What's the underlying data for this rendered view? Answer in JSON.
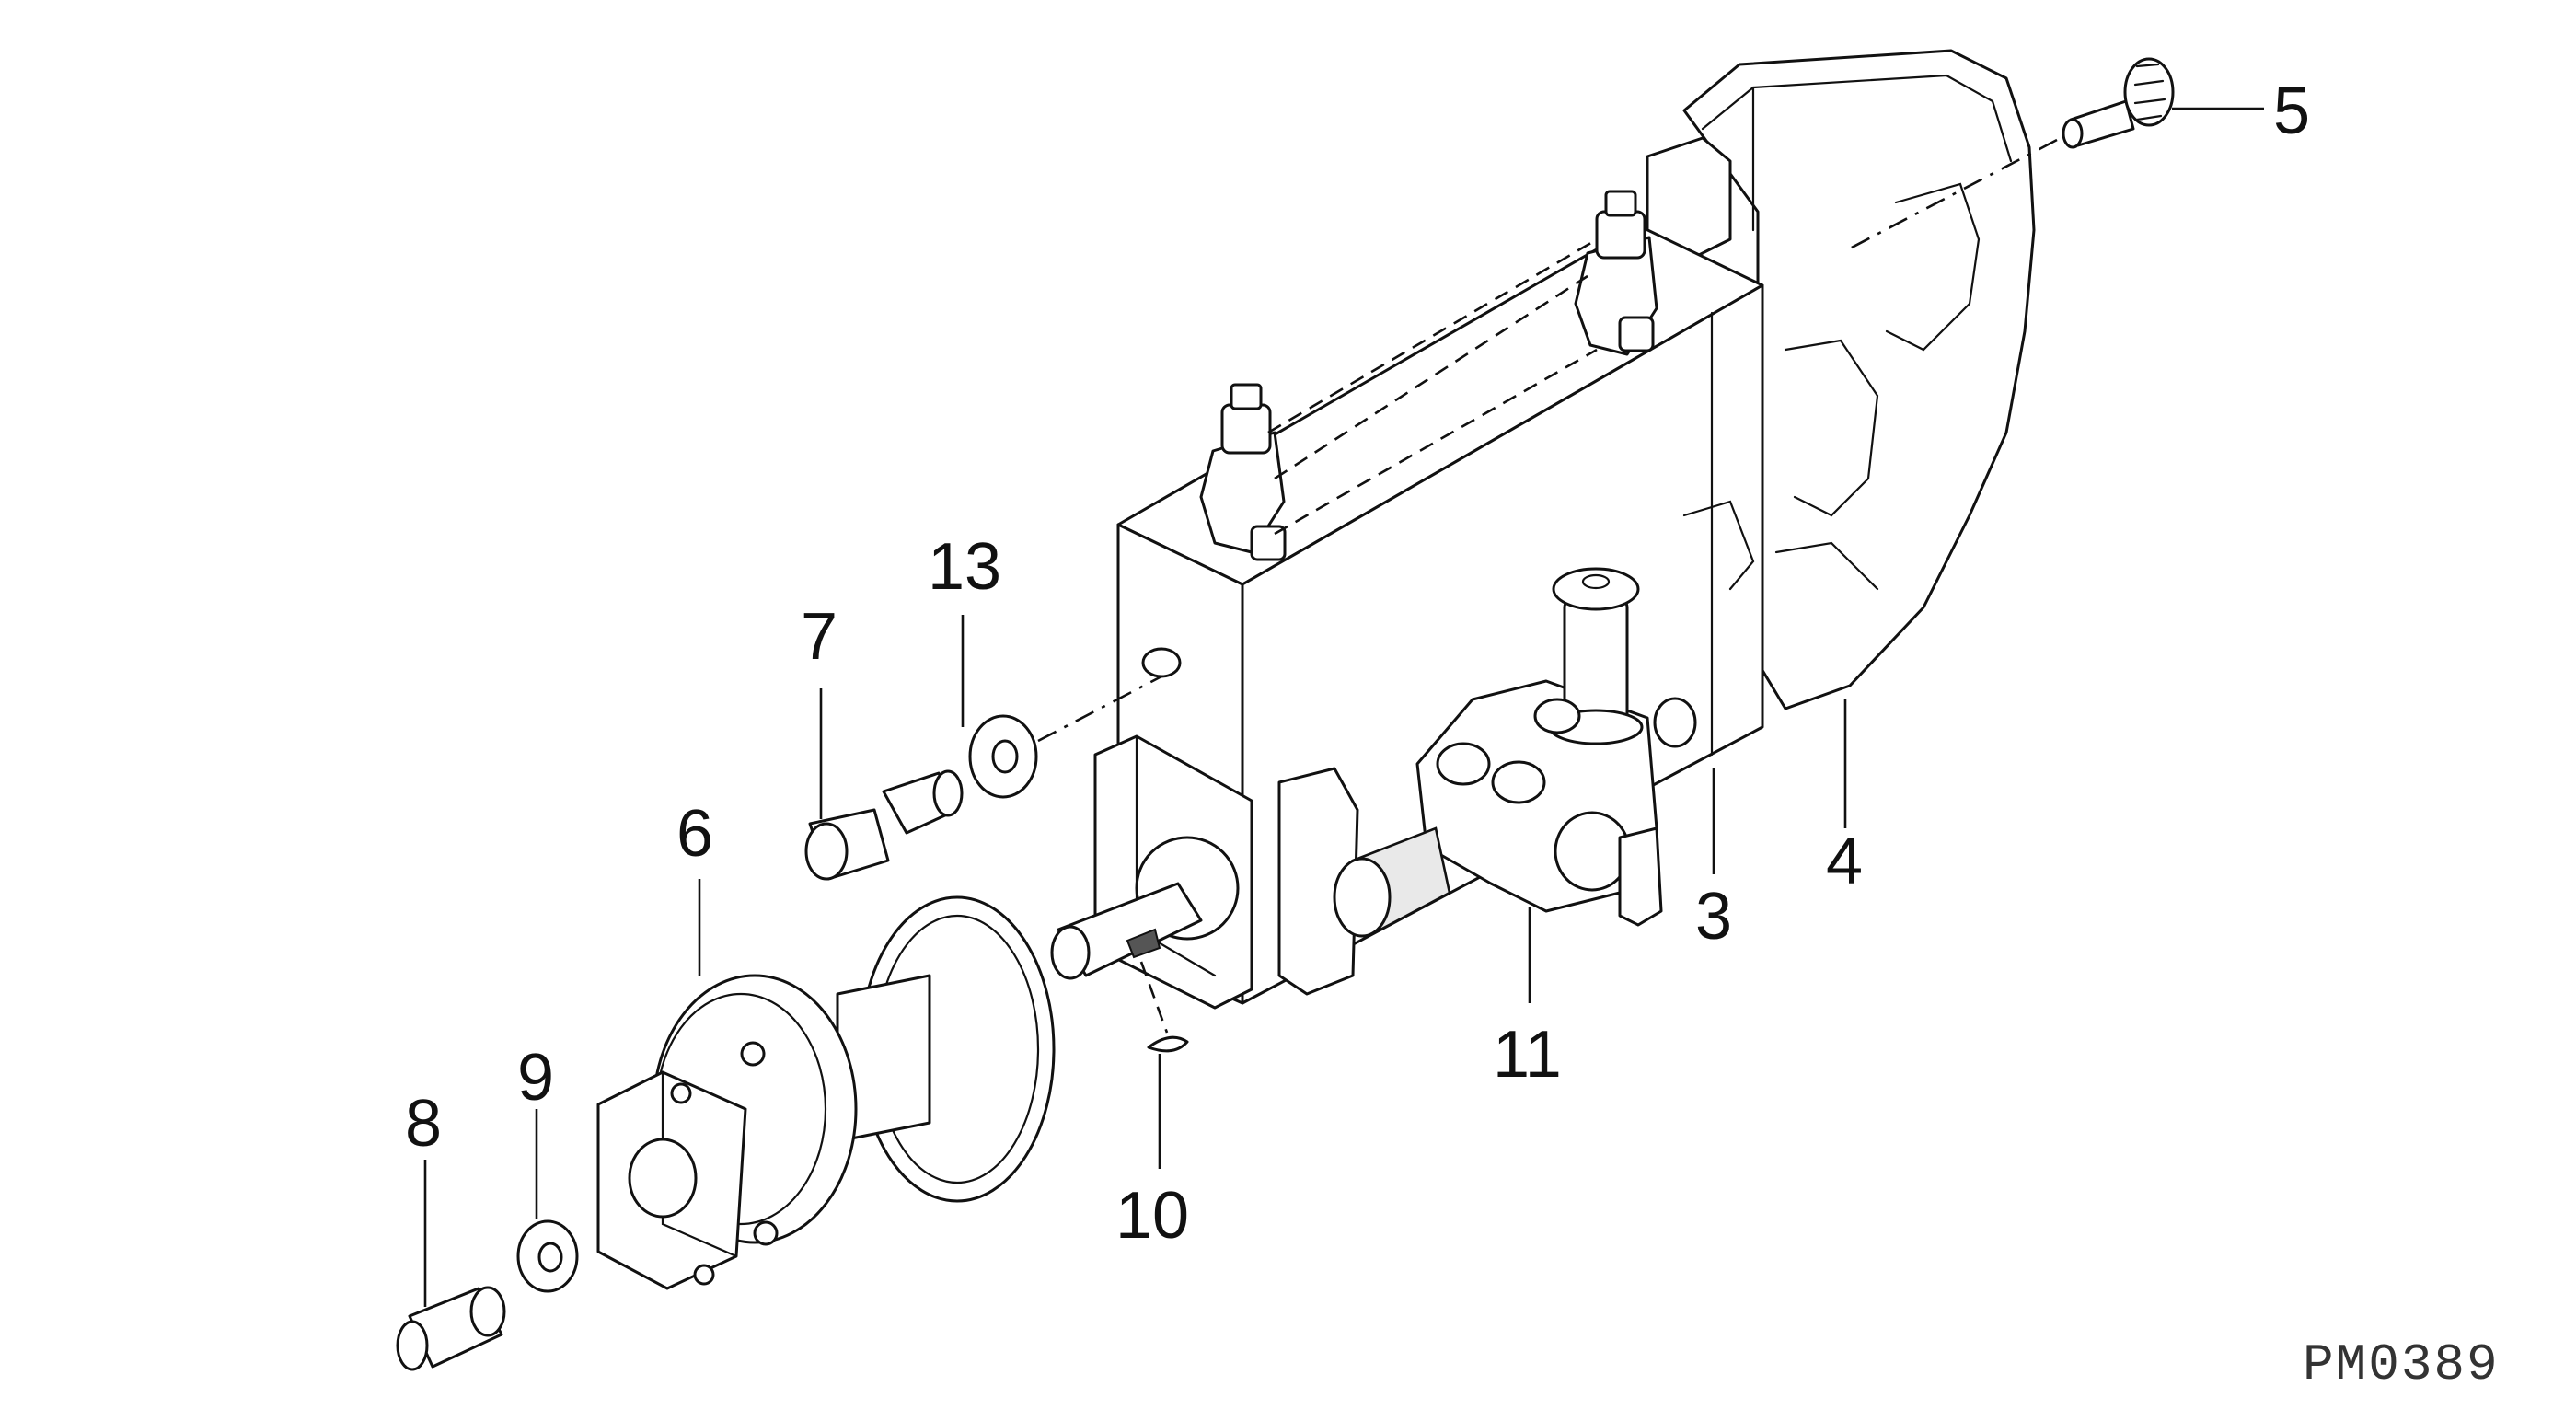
{
  "callouts": [
    {
      "id": "5",
      "label": "5"
    },
    {
      "id": "13",
      "label": "13"
    },
    {
      "id": "7",
      "label": "7"
    },
    {
      "id": "6",
      "label": "6"
    },
    {
      "id": "4",
      "label": "4"
    },
    {
      "id": "3",
      "label": "3"
    },
    {
      "id": "11",
      "label": "11"
    },
    {
      "id": "9",
      "label": "9"
    },
    {
      "id": "8",
      "label": "8"
    },
    {
      "id": "10",
      "label": "10"
    }
  ],
  "drawing_code": "PM0389"
}
